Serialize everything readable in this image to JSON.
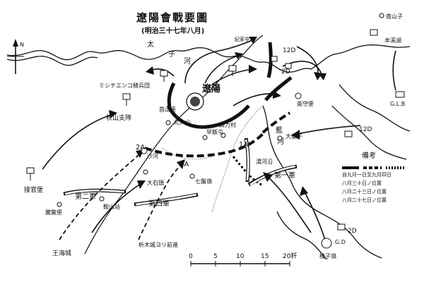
{
  "title": "遼陽會戰要圖",
  "subtitle": "(明治三十七年八月)",
  "places": {
    "liaoyang": "遼陽",
    "shoushanpu": "首山堡",
    "beidashan": "北大山",
    "zaoguntun": "早飯屯",
    "gaolicun": "高力村",
    "tangheyan": "湯河沿",
    "damiyan": "大嶽子",
    "yingshouwu": "英守堡",
    "dayedangpu": "大石頭",
    "qixiangling": "七盤嶺",
    "anshanzhan": "鞍山站",
    "tengao": "騰鰲堡",
    "wanghaicheng": "王海城",
    "jiguanbao": "接官堡",
    "shahe": "沙河",
    "xiaoeqiao": "析木城ヨリ前進",
    "yaoshan": "南山子",
    "benxihu": "本溪湖",
    "bazijiang": "樣子嶺",
    "zhizichai": "紀家屯",
    "heka_river_north": "太",
    "heka_river_mid": "子",
    "heka_river_end": "河",
    "lanhe": "藍",
    "lanhe2": "河",
    "xizi": "ミシチエンコ騎兵団",
    "qiushan": "秋山支隊"
  },
  "units": {
    "u12d_top": "12D",
    "u2d_top": "2D",
    "u12d_right": "12D",
    "u2d_bottom": "2D",
    "ugd": "G.D",
    "uglb": "G.L.B",
    "u2a": "2A",
    "u4a": "4A",
    "u1a": "1A",
    "army1": "第一軍",
    "army2": "第二軍",
    "army4": "第四軍"
  },
  "legend": {
    "title": "備考",
    "col1": "八月二十三日ノ位置",
    "col2": "八月三十日ノ位置",
    "col3": "八月二十七日ノ位置",
    "col2b": "自九月一日至九月四日"
  },
  "scale": {
    "ticks": [
      "0",
      "5",
      "10",
      "15",
      "20粁"
    ]
  },
  "compass": {
    "north_mark": "N"
  }
}
